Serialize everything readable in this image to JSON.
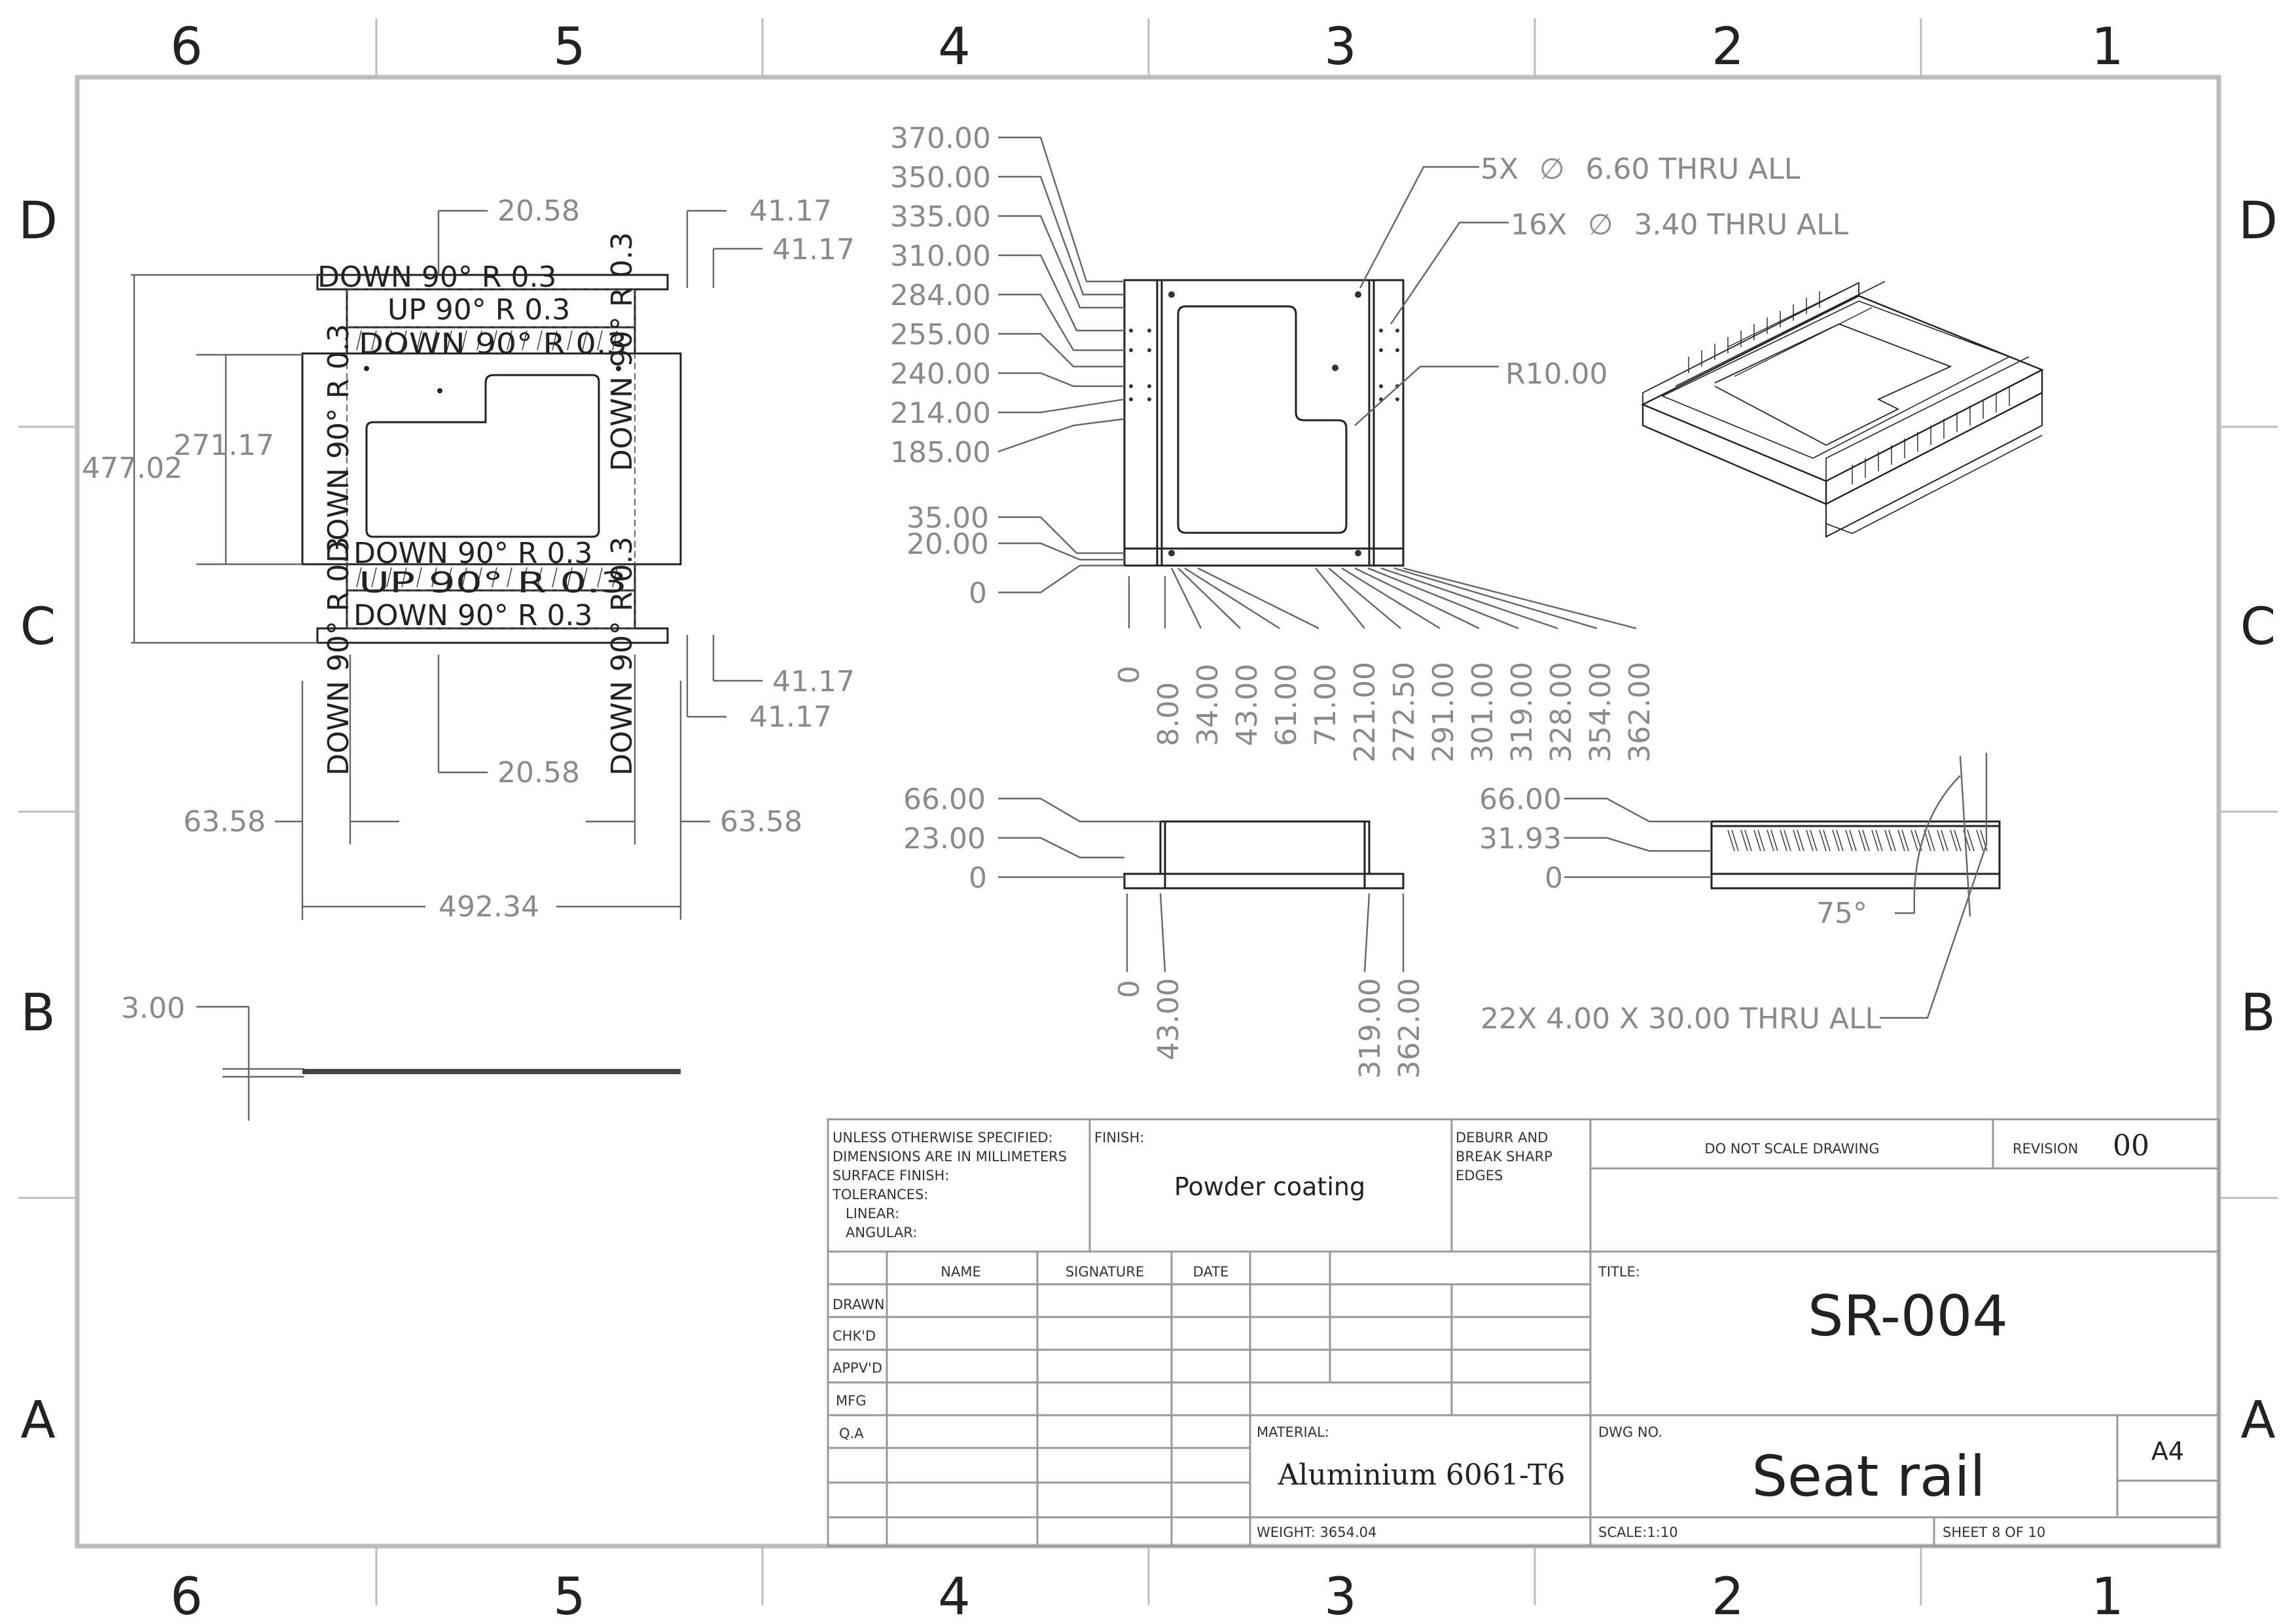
{
  "zones": {
    "cols": [
      "6",
      "5",
      "4",
      "3",
      "2",
      "1"
    ],
    "rows": [
      "D",
      "C",
      "B",
      "A"
    ]
  },
  "flat_pattern": {
    "dims": {
      "top_bend_offset": "20.58",
      "bottom_bend_offset": "20.58",
      "right_top_1": "41.17",
      "right_top_2": "41.17",
      "right_bot_1": "41.17",
      "right_bot_2": "41.17",
      "overall_height": "477.02",
      "inner_height": "271.17",
      "left_flange": "63.58",
      "right_flange": "63.58",
      "overall_width": "492.34",
      "thickness": "3.00"
    },
    "bend_notes": {
      "top_down": "DOWN  90°  R 0.3",
      "top_up": "UP  90°  R 0.3",
      "top_down2": "DOWN  90°  R 0.3",
      "bot_down": "DOWN  90°  R 0.3",
      "bot_up": "UP  90°  R 0.3",
      "bot_down2": "DOWN  90°  R 0.3",
      "left_side": "DOWN  90°  R 0.3",
      "right_side": "DOWN  90°  R 0.3",
      "left_side2": "DOWN  90°  R 0.3",
      "right_side2": "DOWN  90°  R 0.3"
    }
  },
  "top_view": {
    "y_dims": [
      "370.00",
      "350.00",
      "335.00",
      "310.00",
      "284.00",
      "255.00",
      "240.00",
      "214.00",
      "185.00",
      "35.00",
      "20.00",
      "0"
    ],
    "x_dims": [
      "0",
      "8.00",
      "34.00",
      "43.00",
      "61.00",
      "71.00",
      "221.00",
      "272.50",
      "291.00",
      "301.00",
      "319.00",
      "328.00",
      "354.00",
      "362.00"
    ],
    "callouts": {
      "holes_large_count": "5X",
      "holes_large": "6.60 THRU ALL",
      "holes_small_count": "16X",
      "holes_small": "3.40 THRU ALL",
      "radius": "R10.00",
      "dia_symbol": "∅"
    }
  },
  "front_view": {
    "y_dims": [
      "66.00",
      "23.00",
      "0"
    ],
    "x_dims": [
      "0",
      "43.00",
      "319.00",
      "362.00"
    ]
  },
  "side_view": {
    "y_dims": [
      "66.00",
      "31.93",
      "0"
    ],
    "angle": "75°",
    "slots": "22X 4.00 X 30.00 THRU ALL"
  },
  "title_block": {
    "unless": [
      "UNLESS OTHERWISE SPECIFIED:",
      "DIMENSIONS ARE IN MILLIMETERS",
      "SURFACE FINISH:",
      "TOLERANCES:",
      "LINEAR:",
      "ANGULAR:"
    ],
    "finish_label": "FINISH:",
    "finish_value": "Powder coating",
    "deburr": [
      "DEBURR AND",
      "BREAK SHARP",
      "EDGES"
    ],
    "do_not_scale": "DO NOT SCALE DRAWING",
    "revision_label": "REVISION",
    "revision_value": "00",
    "col_name": "NAME",
    "col_signature": "SIGNATURE",
    "col_date": "DATE",
    "rows": [
      "DRAWN",
      "CHK'D",
      "APPV'D",
      "MFG",
      "Q.A"
    ],
    "title_label": "TITLE:",
    "title_value": "SR-004",
    "material_label": "MATERIAL:",
    "material_value": "Aluminium 6061-T6",
    "dwg_label": "DWG NO.",
    "dwg_value": "Seat rail",
    "size": "A4",
    "weight": "WEIGHT: 3654.04",
    "scale": "SCALE:1:10",
    "sheet": "SHEET 8 OF 10"
  }
}
